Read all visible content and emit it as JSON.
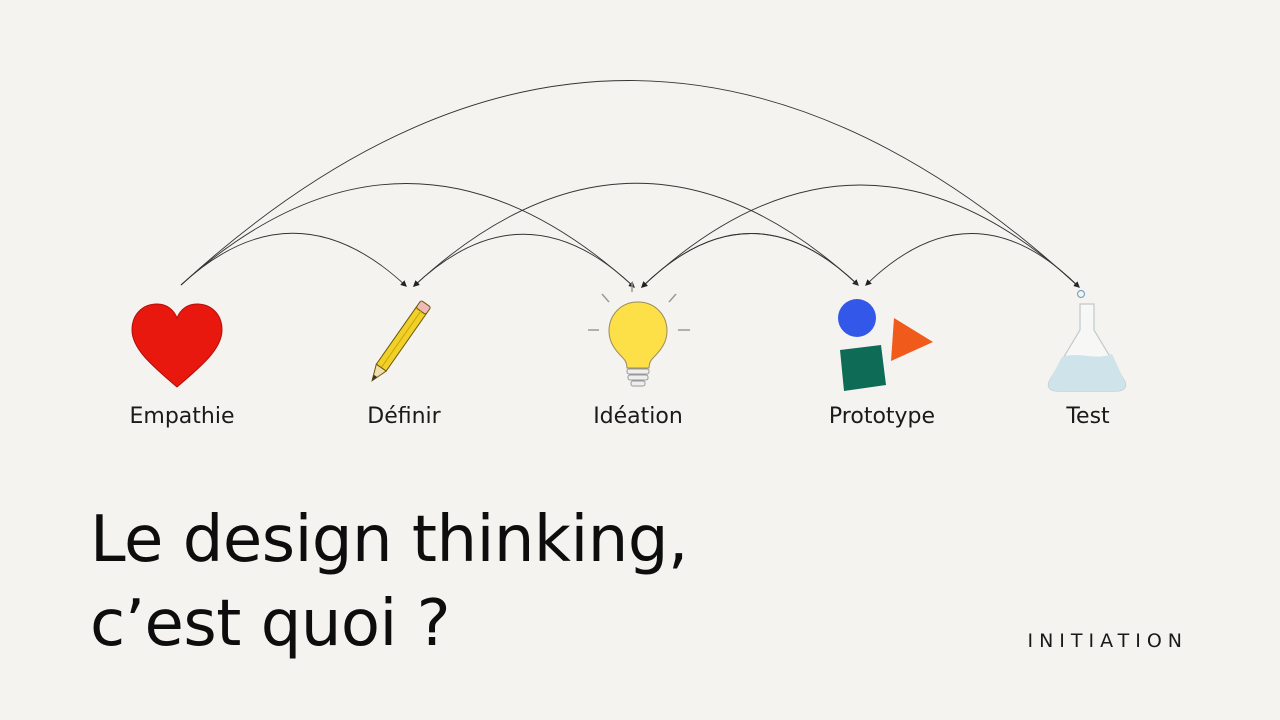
{
  "stages": [
    {
      "id": "empathie",
      "label": "Empathie",
      "icon": "heart-icon",
      "color": "#e8180f"
    },
    {
      "id": "definir",
      "label": "Définir",
      "icon": "pencil-icon",
      "color": "#f2d02a"
    },
    {
      "id": "ideation",
      "label": "Idéation",
      "icon": "lightbulb-icon",
      "color": "#fde047"
    },
    {
      "id": "prototype",
      "label": "Prototype",
      "icon": "shapes-icon",
      "colors": [
        "#3357e8",
        "#f05a1a",
        "#0e6b55"
      ]
    },
    {
      "id": "test",
      "label": "Test",
      "icon": "flask-icon",
      "color": "#cfe3ea"
    }
  ],
  "arrows": [
    {
      "from": "empathie",
      "to": "definir"
    },
    {
      "from": "empathie",
      "to": "ideation"
    },
    {
      "from": "empathie",
      "to": "test"
    },
    {
      "from": "ideation",
      "to": "definir"
    },
    {
      "from": "ideation",
      "to": "prototype"
    },
    {
      "from": "prototype",
      "to": "ideation"
    },
    {
      "from": "prototype",
      "to": "definir"
    },
    {
      "from": "test",
      "to": "prototype"
    },
    {
      "from": "test",
      "to": "ideation"
    }
  ],
  "title": {
    "line1": "Le design thinking,",
    "line2": "c’est quoi ?"
  },
  "tag": "INITIATION"
}
